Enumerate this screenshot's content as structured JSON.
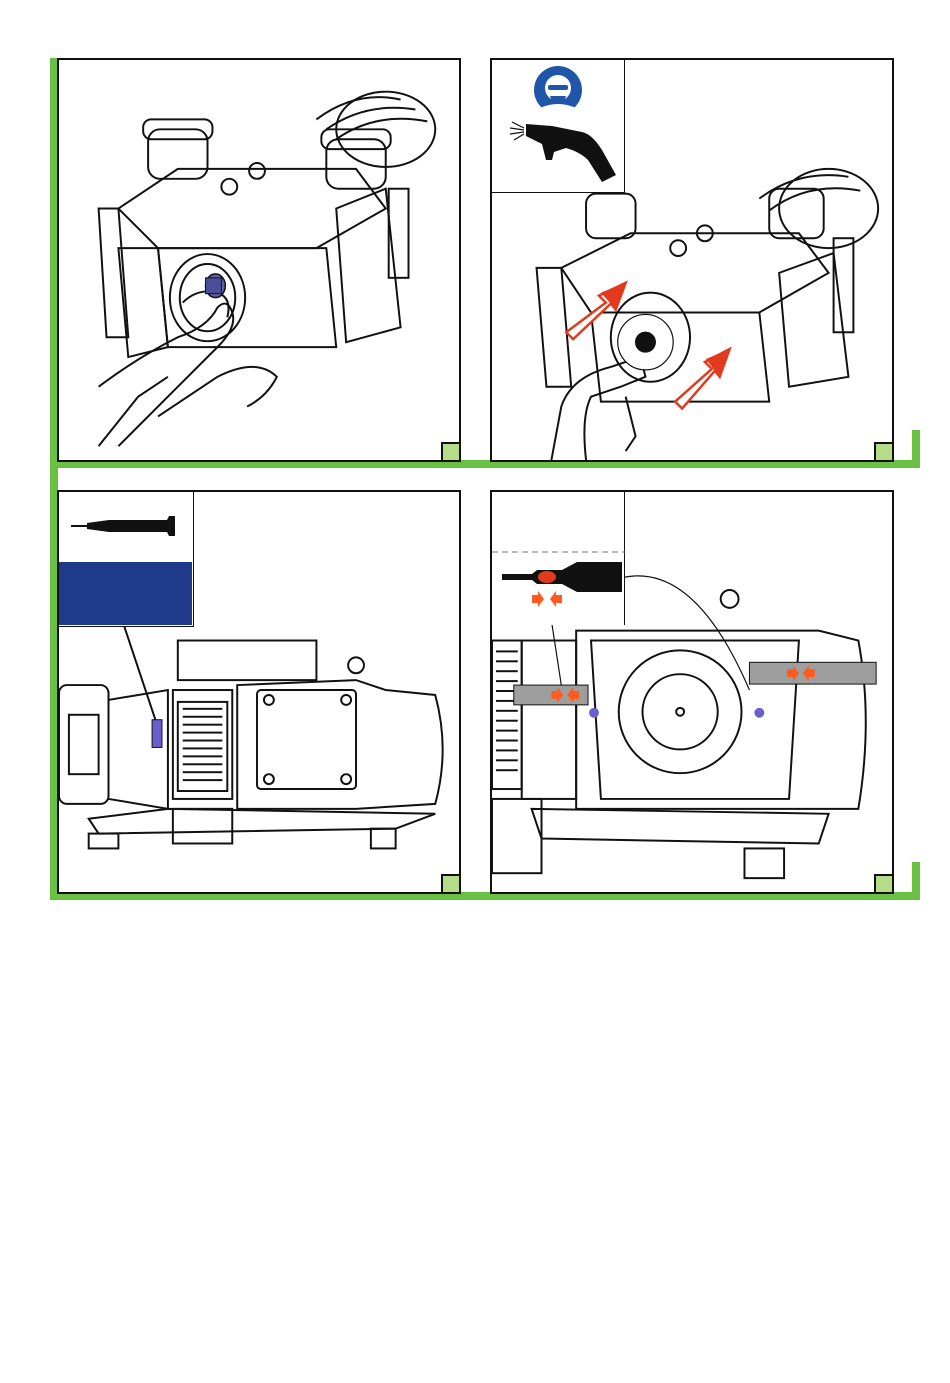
{
  "document": {
    "type": "maintenance-instruction-sheet",
    "panels": [
      {
        "id": "clean-inlet-with-cloth",
        "step_badge": ""
      },
      {
        "id": "blow-out-with-air-gun",
        "step_badge": "",
        "safety_icon": "eye-and-mask-protection-icon"
      },
      {
        "id": "apply-thread-lock",
        "step_badge": "",
        "inset_icon": "thread-lock-tube-icon"
      },
      {
        "id": "check-alignment-marks",
        "step_badge": ""
      }
    ]
  },
  "colors": {
    "frame_green": "#6ac042",
    "badge_green": "#b6dc8a",
    "protection_blue": "#1f56a8",
    "inset_blue": "#1f3a8a",
    "arrow_red": "#e23a1f",
    "arrow_orange": "#ff5a1f",
    "highlight_purple": "#6a5fcf"
  }
}
